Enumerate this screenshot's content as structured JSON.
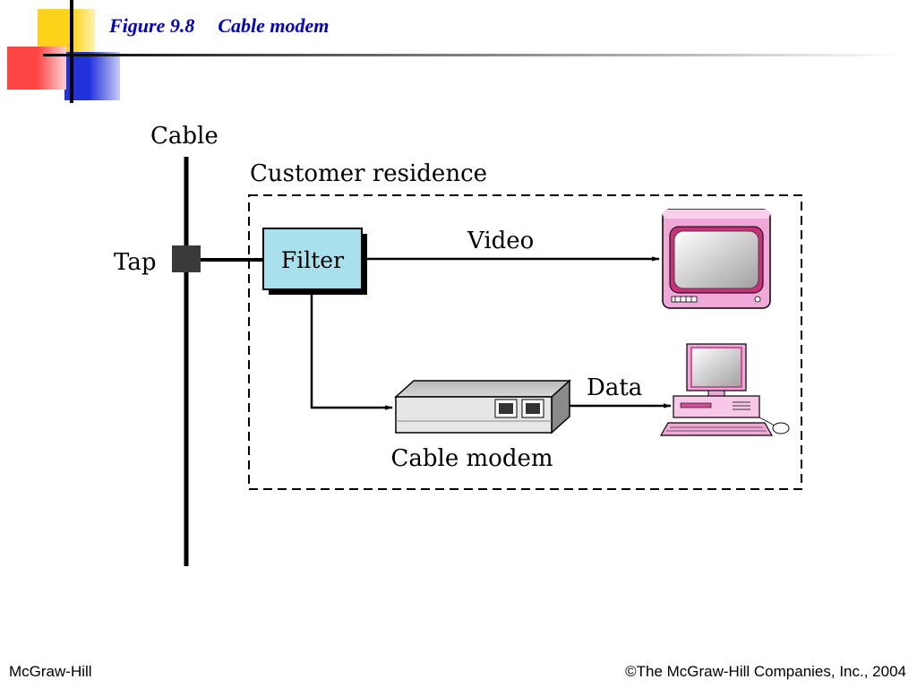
{
  "slide": {
    "figure_number": "Figure 9.8",
    "figure_title": "Cable modem"
  },
  "diagram": {
    "cable_label": "Cable",
    "tap_label": "Tap",
    "residence_label": "Customer residence",
    "filter_label": "Filter",
    "video_label": "Video",
    "data_label": "Data",
    "modem_label": "Cable modem"
  },
  "footer": {
    "publisher": "McGraw-Hill",
    "copyright": "©The McGraw-Hill Companies, Inc., 2004"
  },
  "colors": {
    "title": "#0000cc",
    "filter_fill": "#a8e0ec",
    "device_pink": "#f0a8d8",
    "modem_gray": "#c8c8c8",
    "deco_yellow": "#ffd21a",
    "deco_red": "#ff4a4a",
    "deco_blue": "#2233dd"
  },
  "icons": [
    "tv-icon",
    "computer-icon",
    "cable-modem-icon"
  ]
}
